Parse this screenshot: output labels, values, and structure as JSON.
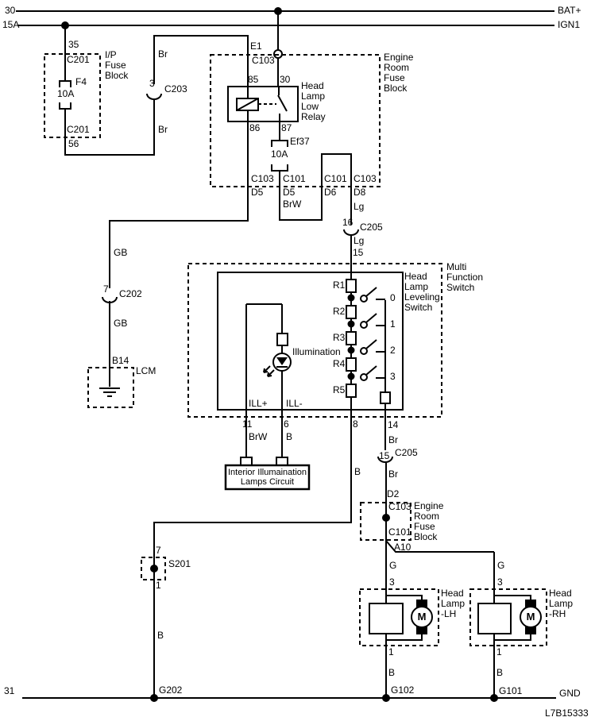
{
  "rails": {
    "top_left": "30",
    "top_right": "BAT+",
    "mid_left": "15A",
    "mid_right": "IGN1",
    "bottom_left": "31",
    "bottom_right": "GND",
    "doc_code": "L7B15333"
  },
  "ip_fuse_block": {
    "name": "I/P\nFuse\nBlock",
    "pin_top": "35",
    "conn_top": "C201",
    "fuse": "F4",
    "rating": "10A",
    "conn_bottom": "C201",
    "pin_bottom": "56"
  },
  "c203": {
    "pin": "3",
    "name": "C203",
    "wire_above": "Br",
    "wire_below": "Br"
  },
  "erfb1": {
    "name": "Engine\nRoom\nFuse\nBlock",
    "cavity": "E1",
    "conn": "C103",
    "relay": {
      "name": "Head\nLamp\nLow\nRelay",
      "pin85": "85",
      "pin30": "30",
      "pin86": "86",
      "pin87": "87"
    },
    "fuse": {
      "name": "Ef37",
      "rating": "10A"
    },
    "out_c103_d5": {
      "conn": "C103",
      "pin": "D5"
    },
    "out_c101_d5": {
      "conn": "C101",
      "pin": "D5",
      "wire": "BrW"
    },
    "in_c101_d6": {
      "conn": "C101",
      "pin": "D6"
    },
    "out_c103_d8": {
      "conn": "C103",
      "pin": "D8",
      "wire": "Lg"
    }
  },
  "lcm_branch": {
    "wire1": "GB",
    "conn_pin": "7",
    "conn": "C202",
    "wire2": "GB",
    "cavity": "B14",
    "module": "LCM"
  },
  "c205_16": {
    "wire_above": "Lg",
    "pin": "16",
    "name": "C205",
    "wire_below": "Lg",
    "mfs_pin": "15"
  },
  "mfs": {
    "name": "Multi\nFunction\nSwitch",
    "leveling_name": "Head\nLamp\nLeveling\nSwitch",
    "resistors": [
      "R1",
      "R2",
      "R3",
      "R4",
      "R5"
    ],
    "positions": [
      "0",
      "1",
      "2",
      "3"
    ],
    "led_label": "Illumination",
    "ill_plus": "ILL+",
    "ill_minus": "ILL-",
    "pin11": "11",
    "pin6": "6",
    "pin8": "8",
    "pin14": "14"
  },
  "interior_circuit": {
    "name": "Interior Illumaination\nLamps Circuit",
    "wire_ill_plus": "BrW",
    "wire_ill_minus": "B"
  },
  "branch_8": {
    "wire": "B",
    "splice_top": "7",
    "splice": "S201",
    "splice_bottom": "1",
    "wire2": "B",
    "ground": "G202"
  },
  "branch_14": {
    "wire1": "Br",
    "conn_pin": "15",
    "conn": "C205",
    "wire2": "Br",
    "cavity_in": "D2",
    "erfb2": {
      "name": "Engine\nRoom\nFuse\nBlock",
      "conn_top": "C103",
      "conn_bottom": "C101",
      "cavity_out": "A10"
    }
  },
  "headlamp_lh": {
    "name": "Head\nLamp\n-LH",
    "wire_top": "G",
    "pin_top": "3",
    "motor": "M",
    "pin_bottom": "1",
    "wire_bottom": "B",
    "ground": "G102"
  },
  "headlamp_rh": {
    "name": "Head\nLamp\n-RH",
    "wire_top": "G",
    "pin_top": "3",
    "motor": "M",
    "pin_bottom": "1",
    "wire_bottom": "B",
    "ground": "G101"
  }
}
